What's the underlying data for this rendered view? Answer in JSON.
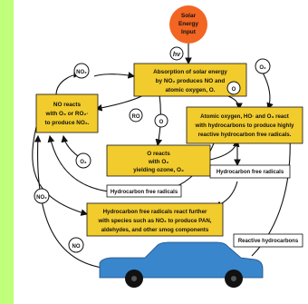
{
  "sun": {
    "label_line1": "Solar",
    "label_line2": "Energy",
    "label_line3": "Input"
  },
  "hv": "hν",
  "boxes": {
    "absorption": {
      "line1": "Absorption of solar energy",
      "line2": "by NO₂ produces NO and",
      "line3": "atomic oxygen, O."
    },
    "no_reacts": {
      "line1": "NO reacts",
      "line2": "with O₃ or RO₂·",
      "line3": "to produce NO₂."
    },
    "o_reacts": {
      "line1": "O reacts",
      "line2": "with O₂",
      "line3": "yielding ozone, O₃"
    },
    "atomic_oxygen": {
      "line1": "Atomic oxygen, HO· and O₃ react",
      "line2": "with hydrocarbons to produce highly",
      "line3": "reactive hydrocarbon free radicals."
    },
    "free_radicals": {
      "line1": "Hydrocarbon free radicals react further",
      "line2": "with species such as NO₂ to produce PAN,",
      "line3": "aldehydes, and other smog components"
    }
  },
  "labels": {
    "hc_radicals_left": "Hydrocarbon free radicals",
    "hc_radicals_right": "Hydrocarbon free radicals",
    "reactive_hc": "Reactive hydrocarbons",
    "no2_top": "NO₂",
    "no2_left": "NO₂",
    "no": "NO",
    "ro2": "RO",
    "o_mid": "O",
    "o_right": "O",
    "o3": "O₃",
    "o2": "O₂"
  },
  "colors": {
    "box": "#f2cc2c",
    "sun": "#f26522",
    "car": "#3a86cc",
    "strip": "#bfff7a"
  }
}
